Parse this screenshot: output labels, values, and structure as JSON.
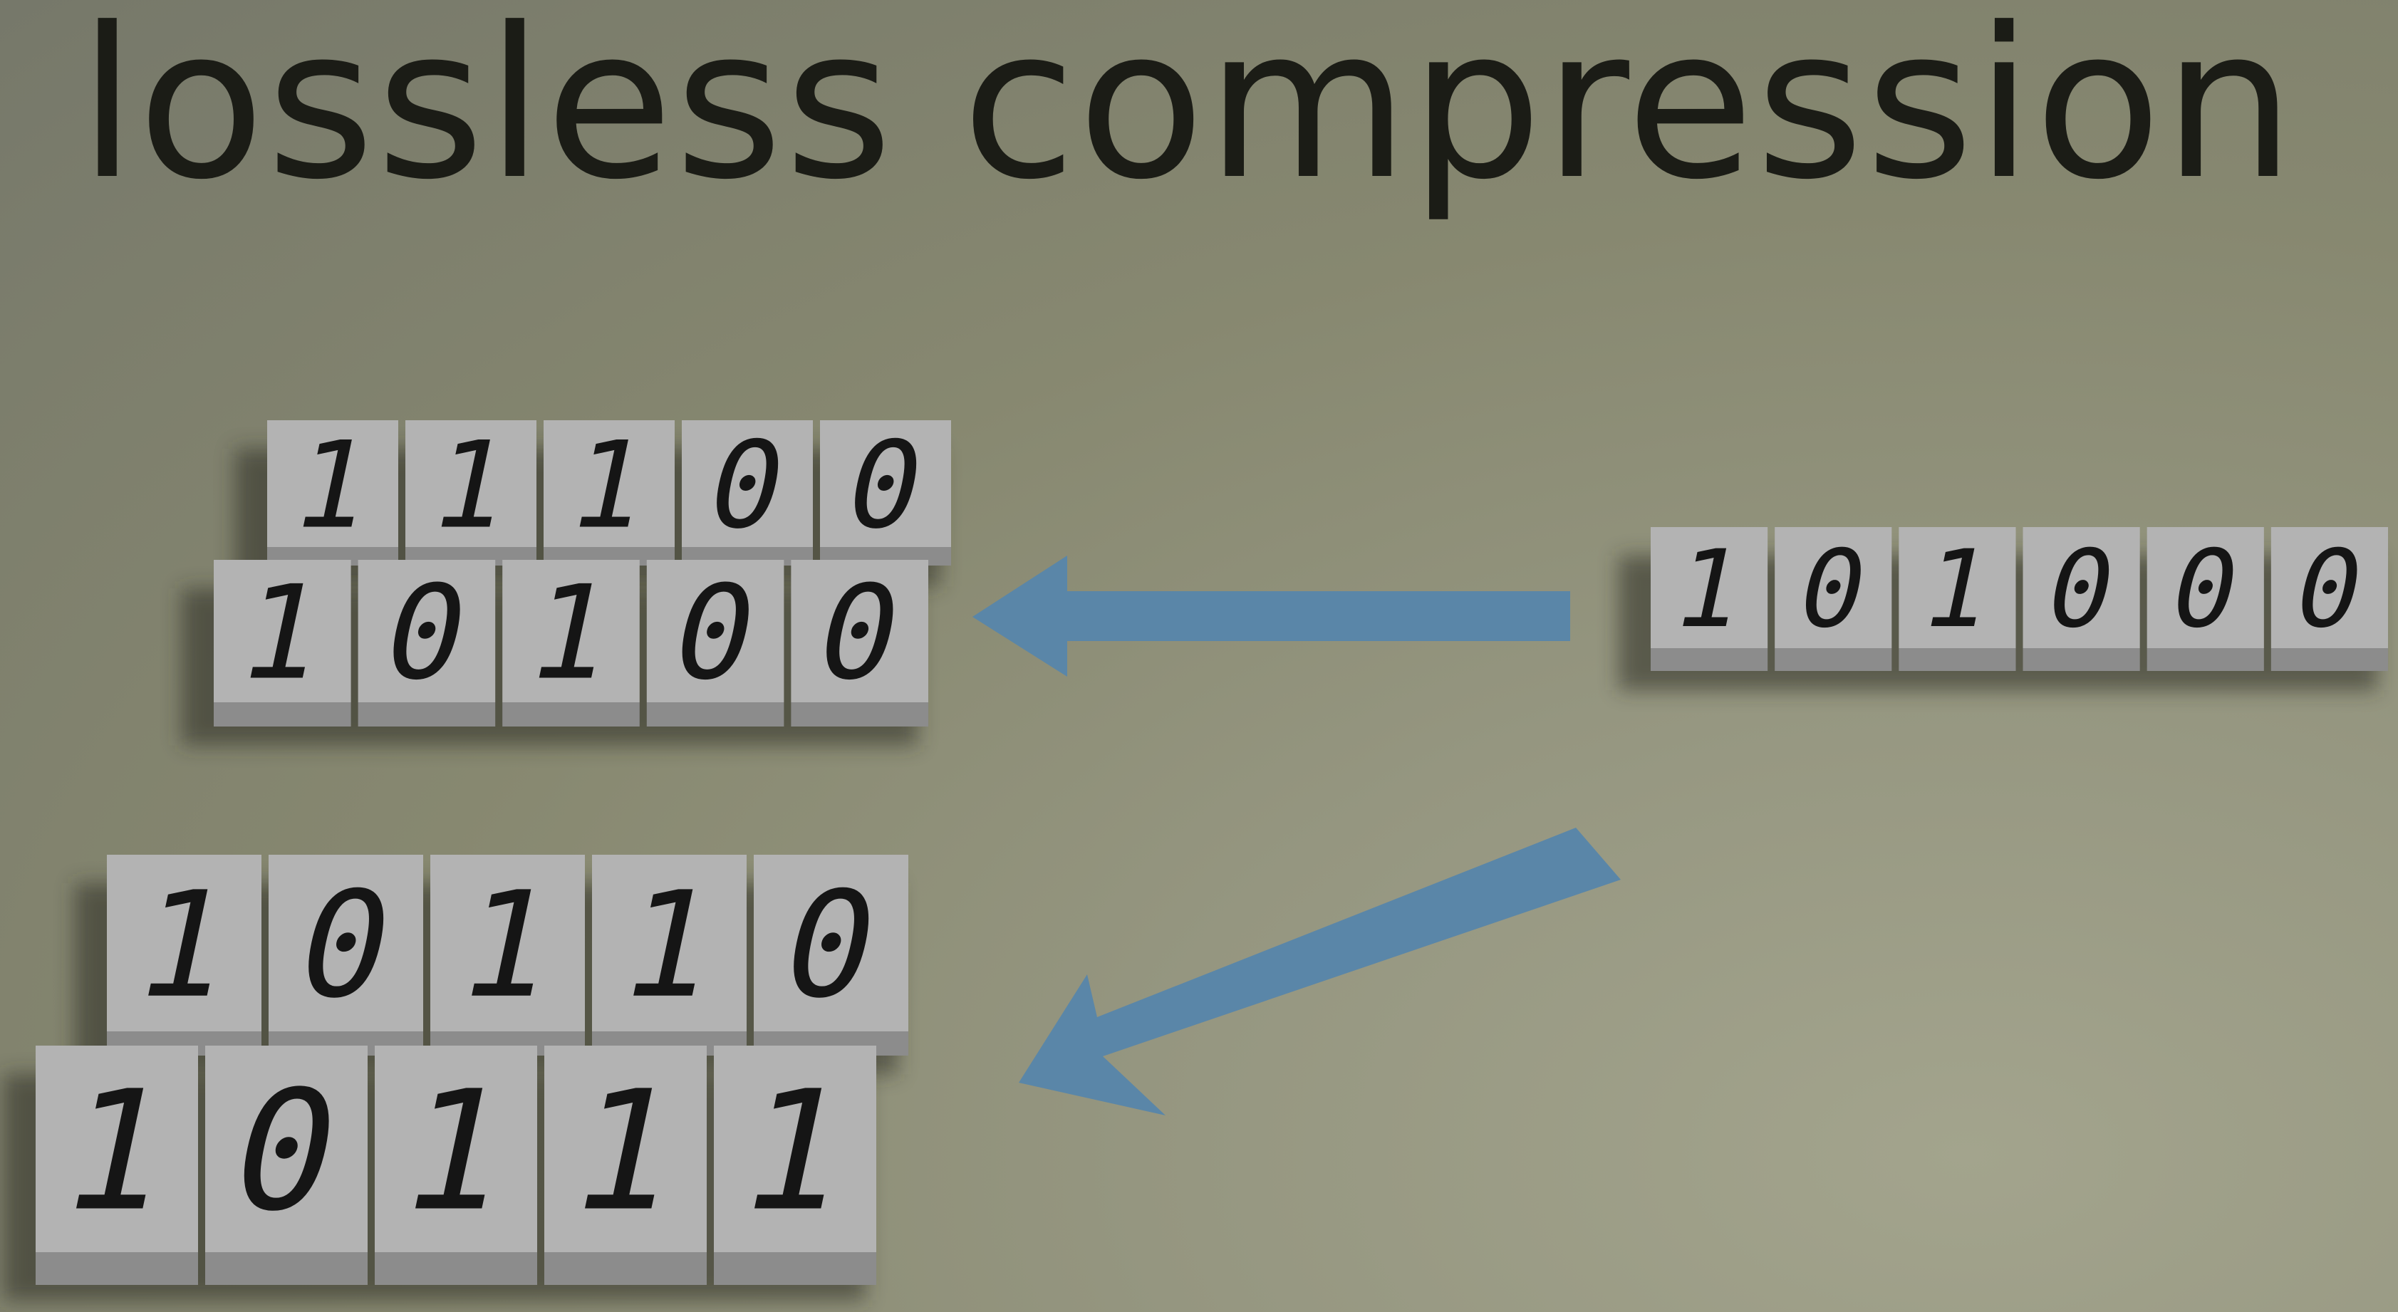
{
  "title": "lossless compression",
  "colors": {
    "tile_top": "#b3b3b3",
    "tile_front": "#8c8c8c",
    "tile_side": "#6f6f6f",
    "digit": "#151515",
    "arrow": "#5a86a8",
    "shadow": "#2a2b23"
  },
  "source_bits": [
    "1",
    "0",
    "1",
    "0",
    "0",
    "0"
  ],
  "output_top": {
    "rows": [
      [
        "1",
        "1",
        "1",
        "0",
        "0"
      ],
      [
        "1",
        "0",
        "1",
        "0",
        "0"
      ]
    ]
  },
  "output_bottom": {
    "rows": [
      [
        "1",
        "0",
        "1",
        "1",
        "0"
      ],
      [
        "1",
        "0",
        "1",
        "1",
        "1"
      ]
    ]
  }
}
